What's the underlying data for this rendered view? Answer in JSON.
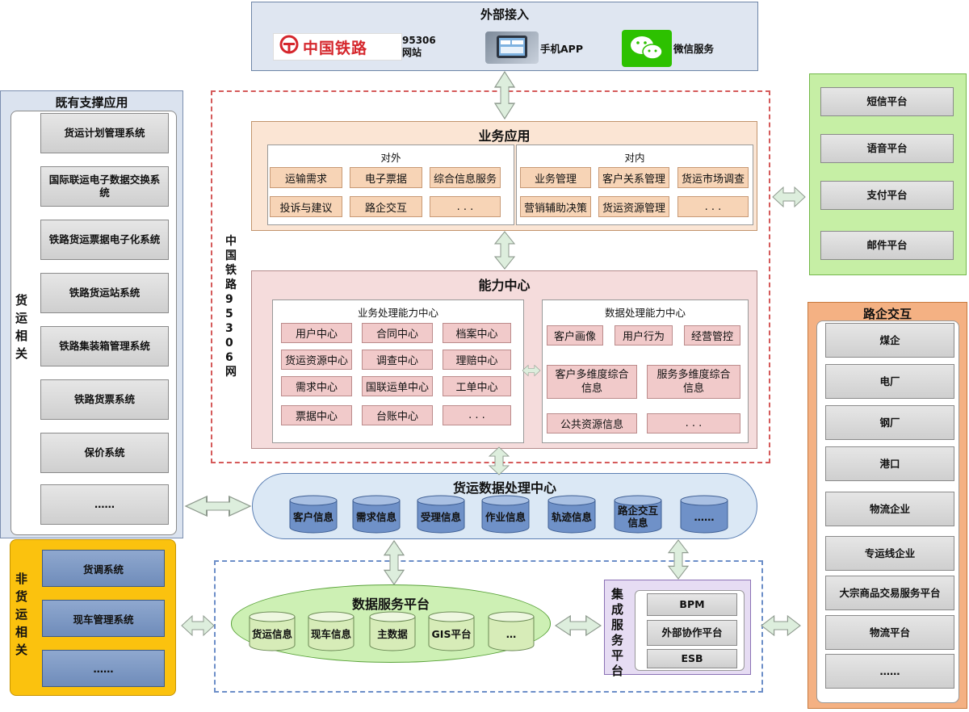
{
  "external": {
    "title": "外部接入",
    "railway_logo_text": "中国铁路",
    "railway_site_line1": "95306",
    "railway_site_line2": "网站",
    "app_label": "手机APP",
    "wechat_label": "微信服务"
  },
  "left_support": {
    "title": "既有支撑应用",
    "side_label": "货运相关",
    "items": [
      "货运计划管理系统",
      "国际联运电子数据交换系统",
      "铁路货运票据电子化系统",
      "铁路货运站系统",
      "铁路集装箱管理系统",
      "铁路货票系统",
      "保价系统",
      "……"
    ]
  },
  "non_freight": {
    "side_label": "非货运相关",
    "items": [
      "货调系统",
      "现车管理系统",
      "……"
    ]
  },
  "platform_label": "中国铁路95306网",
  "business_apps": {
    "title": "业务应用",
    "external": {
      "title": "对外",
      "items": [
        "运输需求",
        "电子票据",
        "综合信息服务",
        "投诉与建议",
        "路企交互",
        ". . ."
      ]
    },
    "internal": {
      "title": "对内",
      "items": [
        "业务管理",
        "客户关系管理",
        "货运市场调查",
        "营销辅助决策",
        "货运资源管理",
        ". . ."
      ]
    }
  },
  "capability_center": {
    "title": "能力中心",
    "business": {
      "title": "业务处理能力中心",
      "items": [
        "用户中心",
        "合同中心",
        "档案中心",
        "货运资源中心",
        "调查中心",
        "理赔中心",
        "需求中心",
        "国联运单中心",
        "工单中心",
        "票据中心",
        "台账中心",
        ". . ."
      ]
    },
    "data": {
      "title": "数据处理能力中心",
      "items": [
        "客户画像",
        "用户行为",
        "经营管控",
        "客户多维度综合信息",
        "服务多维度综合信息",
        "公共资源信息",
        ". . ."
      ]
    }
  },
  "freight_data_center": {
    "title": "货运数据处理中心",
    "items": [
      "客户信息",
      "需求信息",
      "受理信息",
      "作业信息",
      "轨迹信息",
      "路企交互信息",
      "……"
    ]
  },
  "data_service": {
    "title": "数据服务平台",
    "items": [
      "货运信息",
      "现车信息",
      "主数据",
      "GIS平台",
      "…"
    ]
  },
  "integration": {
    "title": "集成服务平台",
    "items": [
      "BPM",
      "外部协作平台",
      "ESB"
    ]
  },
  "right_services": {
    "items": [
      "短信平台",
      "语音平台",
      "支付平台",
      "邮件平台"
    ]
  },
  "road_enterprise": {
    "title": "路企交互",
    "items": [
      "煤企",
      "电厂",
      "钢厂",
      "港口",
      "物流企业",
      "专运线企业",
      "大宗商品交易服务平台",
      "物流平台",
      "……"
    ]
  },
  "colors": {
    "blue_panel": "#dbe3ef",
    "peach": "#fbe5d4",
    "pink": "#f5dcdc",
    "green": "#cdf0b4",
    "orange": "#f4b183",
    "lavender": "#e6dcf3",
    "dash_red": "#d55a5a",
    "dash_blue": "#6c8ec8"
  }
}
